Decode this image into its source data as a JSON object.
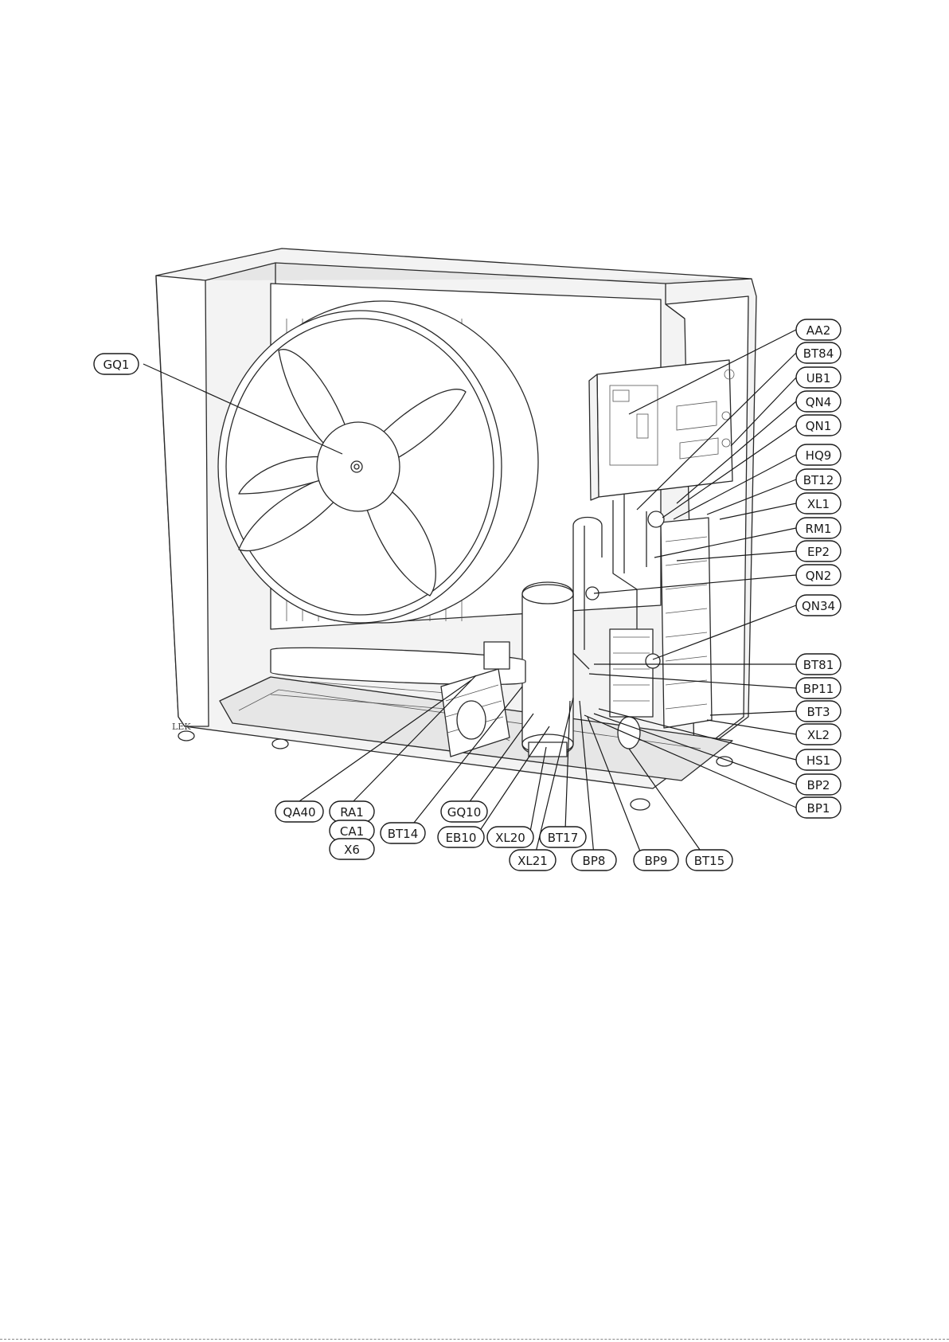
{
  "labels": [
    "GQ1",
    "AA2",
    "BT84",
    "UB1",
    "QN4",
    "QN1",
    "HQ9",
    "BT12",
    "XL1",
    "RM1",
    "EP2",
    "QN2",
    "QN34",
    "BT81",
    "BP11",
    "BT3",
    "XL2",
    "HS1",
    "BP2",
    "BP1",
    "QA40",
    "RA1",
    "CA1",
    "X6",
    "BT14",
    "GQ10",
    "EB10",
    "XL20",
    "BT17",
    "XL21",
    "BP8",
    "BP9",
    "BT15"
  ],
  "brand_mark": "LEK"
}
